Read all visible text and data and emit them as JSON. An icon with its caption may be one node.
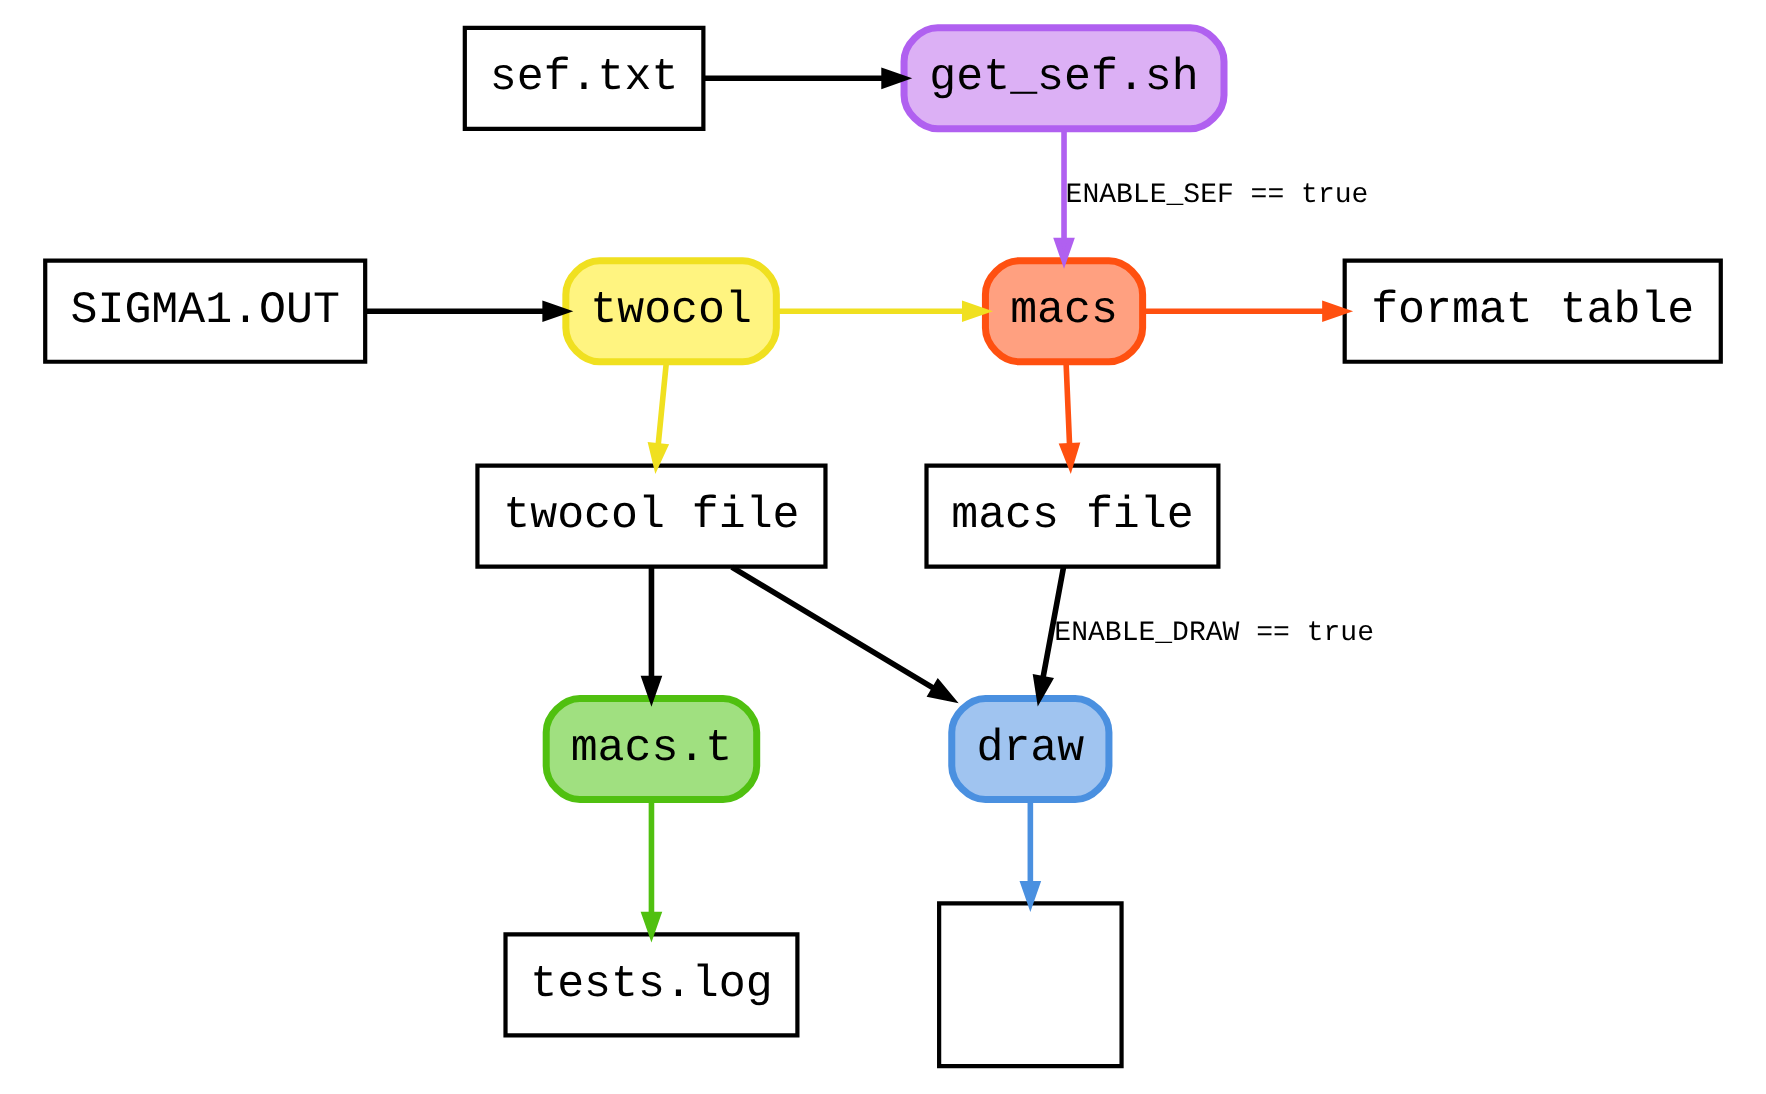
{
  "diagram": {
    "nodes": [
      {
        "text": [
          "sef.txt"
        ]
      },
      {
        "text": [
          "get_sef.sh"
        ]
      },
      {
        "text": [
          "SIGMA1.OUT"
        ]
      },
      {
        "text": [
          "twocol"
        ]
      },
      {
        "text": [
          "macs"
        ]
      },
      {
        "text": [
          "format table"
        ]
      },
      {
        "text": [
          "twocol file"
        ]
      },
      {
        "text": [
          "macs file"
        ]
      },
      {
        "text": [
          "macs.t"
        ]
      },
      {
        "text": [
          "draw"
        ]
      },
      {
        "text": [
          "tests.log"
        ]
      },
      {
        "text": [],
        "shape": "box"
      }
    ],
    "edges": [
      {
        "from": 0,
        "to": 1,
        "arrow": "to",
        "color": "#000000"
      },
      {
        "from": 1,
        "to": 4,
        "arrow": "to",
        "label": "ENABLE_SEF == true",
        "color": "#b060f0"
      },
      {
        "from": 2,
        "to": 3,
        "arrow": "to",
        "color": "#000000"
      },
      {
        "from": 3,
        "to": 4,
        "arrow": "to",
        "color": "#f0e020"
      },
      {
        "from": 3,
        "to": 6,
        "arrow": "to",
        "color": "#f0e020"
      },
      {
        "from": 4,
        "to": 5,
        "arrow": "to",
        "color": "#ff5010"
      },
      {
        "from": 4,
        "to": 7,
        "arrow": "to",
        "color": "#ff5010"
      },
      {
        "from": 6,
        "to": 8,
        "arrow": "to",
        "color": "#000000"
      },
      {
        "from": 6,
        "to": 9,
        "arrow": "to",
        "color": "#000000"
      },
      {
        "from": 7,
        "to": 9,
        "arrow": "to",
        "label": "ENABLE_DRAW == true",
        "color": "#000000"
      },
      {
        "from": 8,
        "to": 10,
        "arrow": "to",
        "color": "#50c010"
      },
      {
        "from": 9,
        "to": 11,
        "arrow": "to",
        "color": "#4a90e0"
      }
    ]
  }
}
